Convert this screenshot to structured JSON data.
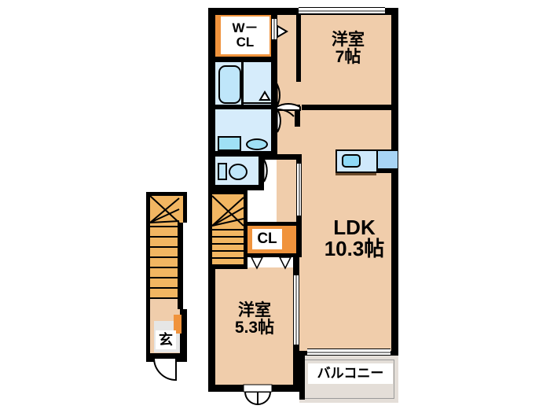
{
  "plan": {
    "type": "japanese-apartment-floor-plan",
    "unit_layout": "2LDK",
    "background_color": "#ffffff",
    "wall_color": "#000000",
    "room_floor_color": "#f0cdab",
    "closet_color": "#f0933c",
    "water_area_color": "#d6ecfb",
    "stair_color": "#f2b662",
    "balcony_color": "#e4ded8",
    "entrance_tile_color": "#e6e6e6"
  },
  "rooms": {
    "bedroom_north": {
      "name": "洋室",
      "size": "7帖",
      "label": "洋室\n7帖"
    },
    "bedroom_south": {
      "name": "洋室",
      "size": "5.3帖",
      "label": "洋室\n5.3帖"
    },
    "living": {
      "name": "LDK",
      "size": "10.3帖",
      "label": "LDK\n10.3帖"
    },
    "walk_in_closet": {
      "label": "W－\nCL",
      "line1": "W－",
      "line2": "CL"
    },
    "closet": {
      "label": "CL"
    },
    "balcony": {
      "label": "バルコニー"
    },
    "entrance": {
      "label": "玄"
    }
  },
  "fixtures": {
    "bathtub": "bathtub",
    "washing_machine": "washing-machine-space",
    "vanity_sink": "washbasin",
    "toilet": "toilet",
    "kitchen_counter": "kitchen-counter",
    "kitchen_sink": "kitchen-sink"
  },
  "circulation": {
    "interior_stairs": "interior-staircase",
    "exterior_stairs": "exterior-staircase",
    "entrance_door": "entrance-door"
  },
  "openings": {
    "north_window_bedroom": "window",
    "south_window_bedroom": "double-door",
    "balcony_window": "sliding-window",
    "ldk_door": "sliding-door",
    "bedroom_door": "swing-door",
    "bath_door": "swing-door",
    "toilet_door": "swing-door",
    "wic_door": "sliding-door"
  }
}
